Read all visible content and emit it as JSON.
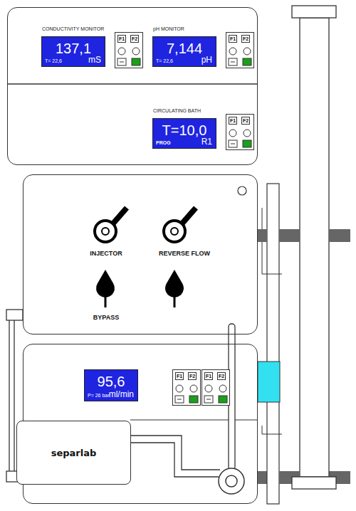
{
  "diagram": {
    "nodes": [
      {
        "text": []
      },
      {
        "text": [
          "CONDUCTIVITY MONITOR",
          "137,1",
          "T= 22,6",
          "mS"
        ],
        "in": 0
      },
      {
        "text": [
          "F1",
          "F2"
        ],
        "in": 0
      },
      {
        "text": [
          "pH MONITOR",
          "7,144",
          "T= 22,6",
          "pH"
        ],
        "in": 0
      },
      {
        "text": [
          "F1",
          "F2"
        ],
        "in": 0
      },
      {
        "text": [
          "CIRCULATING BATH",
          "T=10,0",
          "PROG",
          "R1"
        ],
        "in": 0
      },
      {
        "text": [
          "F1",
          "F2"
        ],
        "in": 0
      },
      {
        "text": [
          "INJECTOR",
          "REVERSE FLOW",
          "BYPASS"
        ]
      },
      {
        "text": []
      },
      {
        "text": [
          "95,6",
          "P= 26 bar",
          "ml/min"
        ],
        "in": 8
      },
      {
        "text": [
          "F1",
          "F2"
        ],
        "in": 8
      },
      {
        "text": [
          "F1",
          "F2"
        ],
        "in": 8
      },
      {
        "text": [
          "separlab"
        ],
        "in": 8
      }
    ]
  }
}
